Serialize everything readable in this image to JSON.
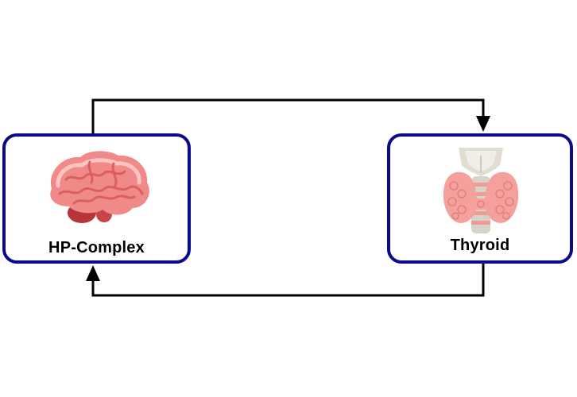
{
  "diagram": {
    "nodes": [
      {
        "id": "hp",
        "label": "HP-Complex",
        "icon": "brain-icon"
      },
      {
        "id": "thyroid",
        "label": "Thyroid",
        "icon": "thyroid-icon"
      }
    ],
    "edges": [
      {
        "from": "hp",
        "to": "thyroid"
      },
      {
        "from": "thyroid",
        "to": "hp"
      }
    ],
    "colors": {
      "node_border": "#0a0a8c",
      "arrow": "#000000",
      "brain": "#f08a88",
      "thyroid_gland": "#f4a19e",
      "cartilage": "#e2ddd3"
    }
  }
}
